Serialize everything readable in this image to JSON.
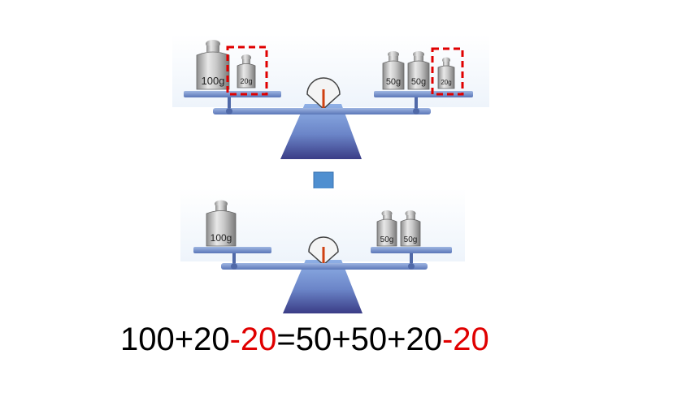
{
  "colors": {
    "highlight": "#e00000",
    "arrow": "#4f8fd0",
    "beam": "#6f8fc8",
    "stand_top": "#7f9fd6",
    "stand_bottom": "#3b3f8a"
  },
  "top_scale": {
    "left_pan": [
      {
        "label": "100g",
        "icon": "weight-icon"
      },
      {
        "label": "20g",
        "icon": "weight-icon",
        "highlighted": true
      }
    ],
    "right_pan": [
      {
        "label": "50g",
        "icon": "weight-icon"
      },
      {
        "label": "50g",
        "icon": "weight-icon"
      },
      {
        "label": "20g",
        "icon": "weight-icon",
        "highlighted": true
      }
    ]
  },
  "arrow_icon": "arrow-down-icon",
  "bottom_scale": {
    "left_pan": [
      {
        "label": "100g",
        "icon": "weight-icon"
      }
    ],
    "right_pan": [
      {
        "label": "50g",
        "icon": "weight-icon"
      },
      {
        "label": "50g",
        "icon": "weight-icon"
      }
    ]
  },
  "equation": {
    "part1": "100+20",
    "part2": "-20",
    "part3": "=50+50+20",
    "part4": "-20"
  }
}
